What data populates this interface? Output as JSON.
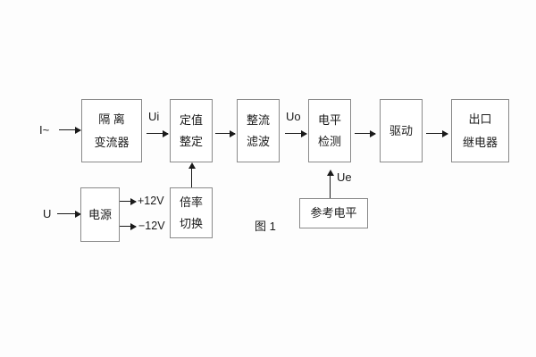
{
  "figure": {
    "caption": "图 1",
    "background_color": "#fdfdfd",
    "box_border_color": "#8a8a8a",
    "line_color": "#1a1a1a"
  },
  "signal_chain": {
    "input_label": "I~",
    "blocks": [
      {
        "id": "isolation-transformer",
        "line1": "隔 离",
        "line2": "变流器"
      },
      {
        "id": "setpoint-adjust",
        "line1": "定值",
        "line2": "整定"
      },
      {
        "id": "rectify-filter",
        "line1": "整流",
        "line2": "滤波"
      },
      {
        "id": "level-detect",
        "line1": "电平",
        "line2": "检测"
      },
      {
        "id": "driver",
        "line1": "驱动",
        "line2": ""
      },
      {
        "id": "output-relay",
        "line1": "出口",
        "line2": "继电器"
      }
    ],
    "signal_labels": {
      "ui": "Ui",
      "uo": "Uo",
      "ue": "Ue"
    }
  },
  "power_chain": {
    "input_label": "U",
    "power_supply": {
      "id": "power-supply",
      "line1": "电源",
      "line2": ""
    },
    "rail_positive": "+12V",
    "rail_negative": "−12V",
    "multiplier_switch": {
      "id": "multiplier-switch",
      "line1": "倍率",
      "line2": "切换"
    }
  },
  "reference": {
    "block": {
      "id": "reference-level",
      "line1": "参考电平",
      "line2": ""
    }
  }
}
